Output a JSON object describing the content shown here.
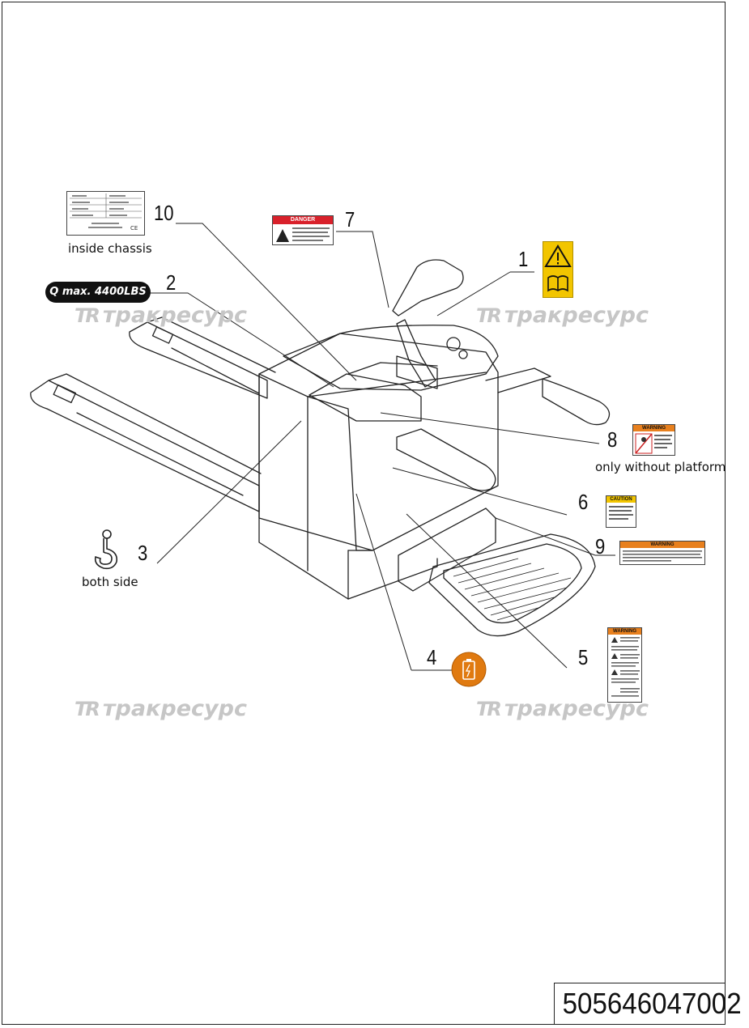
{
  "callouts": [
    {
      "num": "1"
    },
    {
      "num": "2"
    },
    {
      "num": "3"
    },
    {
      "num": "4"
    },
    {
      "num": "5"
    },
    {
      "num": "6"
    },
    {
      "num": "7"
    },
    {
      "num": "8"
    },
    {
      "num": "9"
    },
    {
      "num": "10"
    }
  ],
  "captions": {
    "inside_chassis": "inside chassis",
    "both_side": "both side",
    "only_without_platform": "only without platform"
  },
  "labels": {
    "capacity": "Q max. 4400LBS",
    "danger": "DANGER",
    "warning_8": "WARNING",
    "caution_6": "CAUTION",
    "warning_9": "WARNING",
    "warning_5": "WARNING"
  },
  "watermark": {
    "logo": "TR",
    "text": "тракресурс"
  },
  "part_number": "505646047002",
  "colors": {
    "label_yellow": "#f2c500",
    "label_orange": "#e8801e",
    "danger_red": "#d9212b",
    "battery_orange": "#e07a10",
    "watermark_gray": "#c6c6c6"
  },
  "icons": [
    "warning-triangle-icon",
    "manual-book-icon",
    "hook-icon",
    "battery-icon",
    "nameplate-icon"
  ]
}
